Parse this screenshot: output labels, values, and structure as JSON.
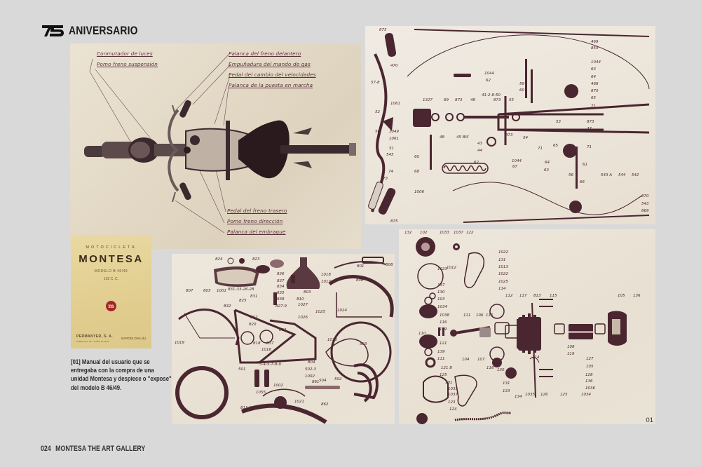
{
  "header": {
    "logo_text": "75",
    "title": "ANIVERSARIO"
  },
  "figures": {
    "top_view": {
      "callouts_left": [
        "Conmutador de luces",
        "Pomo freno suspensión"
      ],
      "callouts_right_top": [
        "Palanca del freno delantero",
        "Empuñadura del mando de gas",
        "Pedal del cambio del velocidades",
        "Palanca de la puesta en marcha"
      ],
      "callouts_right_bottom": [
        "Pedal del freno trasero",
        "Pomo freno dirección",
        "Palanca del embrague"
      ]
    },
    "manual_cover": {
      "kicker": "MOTOCICLETA",
      "brand": "MONTESA",
      "model": "MODELO B 46/49",
      "displacement": "125 C. C.",
      "seal_letter": "m",
      "publisher": "PERMANYER, S. A.",
      "publisher_address": "PAMPLONA, 89 - TELÉF. 10-20-03",
      "city": "BARCELONA (E)"
    },
    "chassis_exploded": {
      "labels": [
        "875",
        "469",
        "859",
        "470",
        "1044",
        "57-8",
        "62",
        "59",
        "60",
        "1044",
        "63",
        "64",
        "468",
        "870",
        "65",
        "71",
        "1061",
        "1327",
        "69",
        "873",
        "48",
        "41-2-8-50",
        "873",
        "55",
        "52",
        "56",
        "1049",
        "1061",
        "48",
        "45 BIS",
        "43",
        "873",
        "54",
        "53",
        "873",
        "47",
        "44",
        "62",
        "1044",
        "71",
        "65",
        "71",
        "51",
        "545",
        "60",
        "74",
        "73",
        "68",
        "67",
        "64",
        "63",
        "61",
        "56",
        "66",
        "543 A",
        "544",
        "542",
        "870",
        "1006",
        "543",
        "869",
        "875"
      ]
    },
    "frame_exploded": {
      "labels": [
        "824",
        "823",
        "836",
        "837",
        "834",
        "835",
        "831-33-26-28",
        "1018",
        "1013",
        "801",
        "808",
        "807",
        "805",
        "1001",
        "832",
        "825",
        "831",
        "838",
        "827-9",
        "803",
        "810",
        "1027",
        "1026",
        "1025",
        "806",
        "1024",
        "812",
        "820",
        "802",
        "818",
        "817",
        "1016",
        "503",
        "1019",
        "1030",
        "3-4-5-7-8-9",
        "804",
        "502-3",
        "1002",
        "501",
        "1002",
        "861",
        "504",
        "502",
        "1055",
        "1021",
        "862",
        "811-83"
      ]
    },
    "engine_exploded": {
      "labels": [
        "132",
        "102",
        "1033",
        "1037",
        "122",
        "1022",
        "131",
        "1023",
        "1012",
        "1013",
        "1022",
        "137",
        "1025",
        "130",
        "114",
        "103",
        "112",
        "117",
        "813",
        "115",
        "1034",
        "105",
        "136",
        "1038",
        "111",
        "106",
        "115",
        "116",
        "109",
        "110",
        "108",
        "119",
        "121",
        "139",
        "111",
        "104",
        "107",
        "116",
        "114",
        "127",
        "121 B",
        "105",
        "125",
        "130",
        "128",
        "136",
        "101",
        "131",
        "1036",
        "1033",
        "1037",
        "1035",
        "126",
        "125",
        "1034",
        "123",
        "133",
        "134",
        "124"
      ]
    }
  },
  "caption": "[01] Manual del usuario que se entregaba con la compra de una unidad Montesa y despiece o \"expose\" del modelo B 46/49.",
  "figure_number": "01",
  "footer": {
    "page_number": "024",
    "publication": "MONTESA THE ART GALLERY"
  },
  "colors": {
    "page_background": "#d9d9d9",
    "ink": "#4a2630",
    "manual_cover": "#e2cf91",
    "seal": "#a4242a"
  }
}
